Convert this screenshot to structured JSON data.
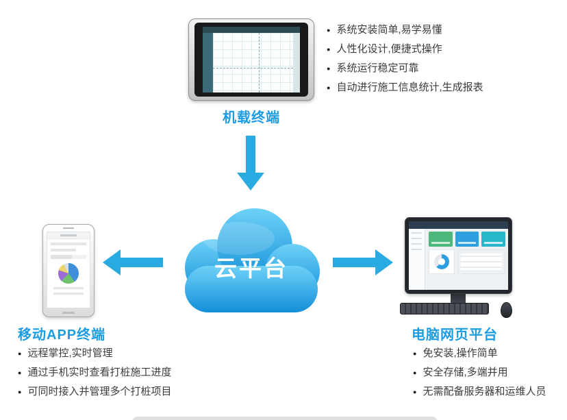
{
  "ui": {
    "bullet": "●"
  },
  "cloud": {
    "label": "云平台"
  },
  "tablet": {
    "label": "机载终端",
    "features": [
      "系统安装简单,易学易懂",
      "人性化设计,便捷式操作",
      "系统运行稳定可靠",
      "自动进行施工信息统计,生成报表"
    ]
  },
  "phone": {
    "label": "移动APP终端",
    "features": [
      "远程掌控,实时管理",
      "通过手机实时查看打桩施工进度",
      "可同时接入并管理多个打桩项目"
    ]
  },
  "pc": {
    "label": "电脑网页平台",
    "features": [
      "免安装,操作简单",
      "安全存储,多端并用",
      "无需配备服务器和运维人员"
    ]
  },
  "colors": {
    "accent": "#1b9ce3",
    "arrow": "#29abe2",
    "cloud_top": "#6ed1f7",
    "cloud_bottom": "#138fd8"
  }
}
